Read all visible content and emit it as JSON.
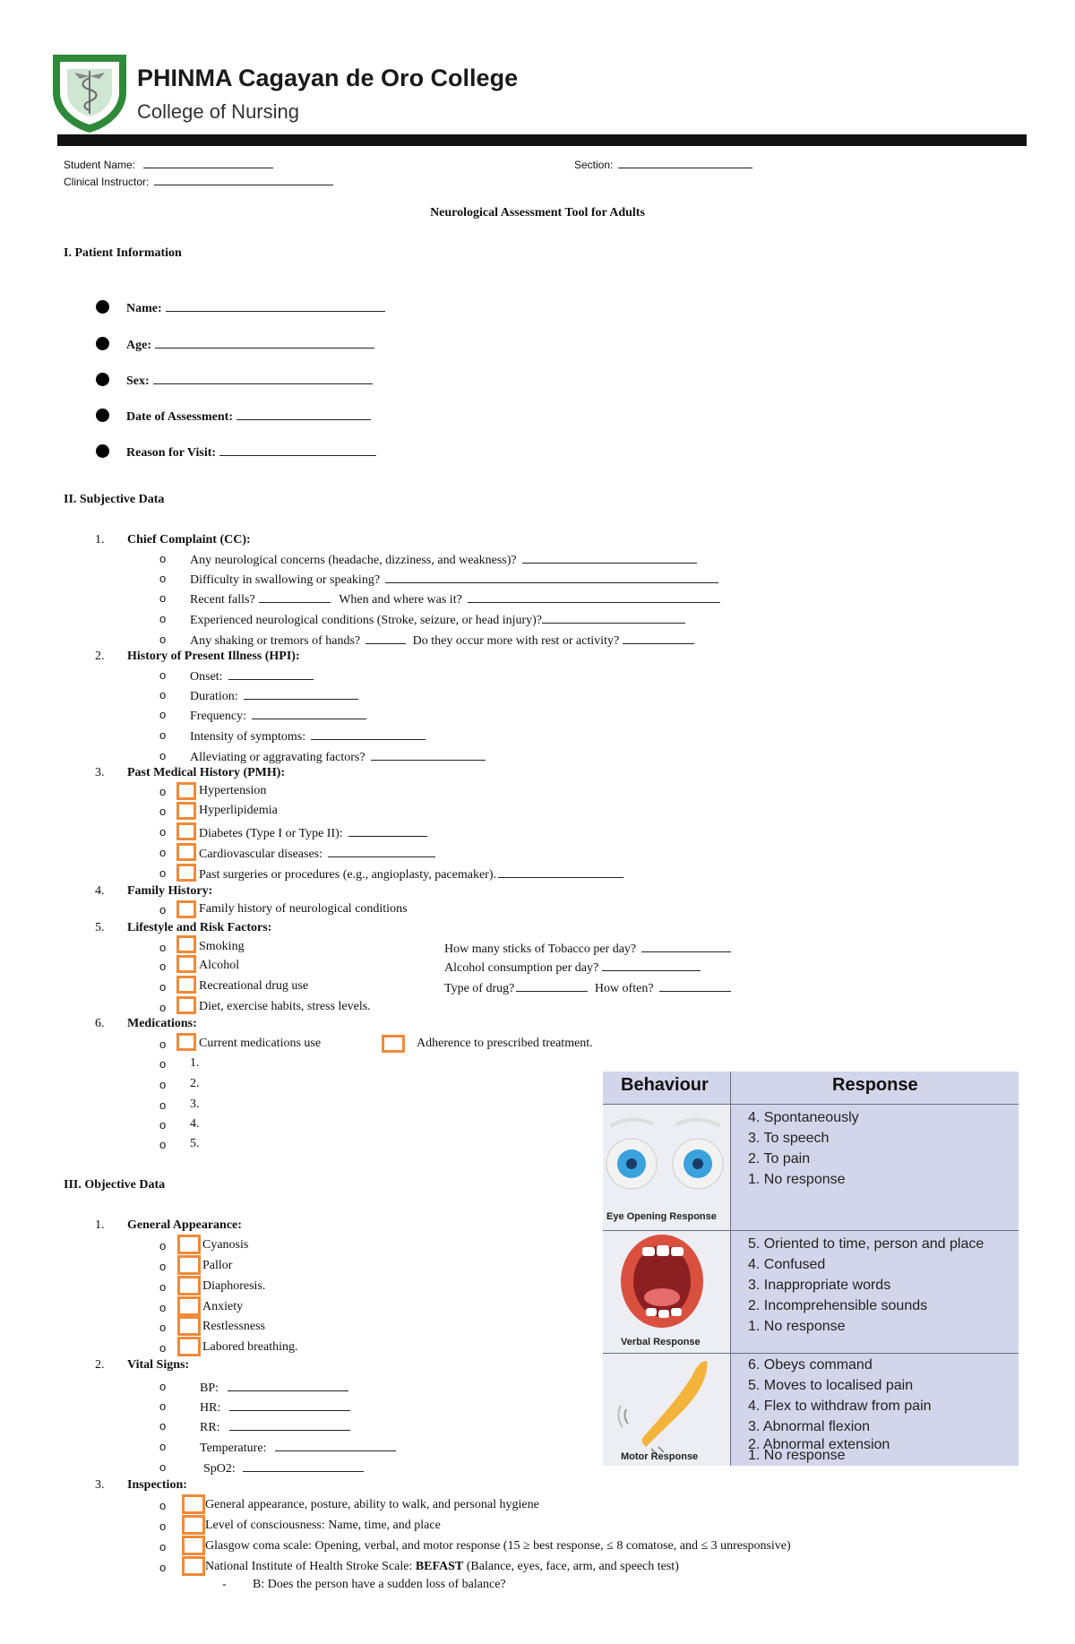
{
  "header": {
    "school": "PHINMA Cagayan de Oro College",
    "college": "College of Nursing"
  },
  "student_fields": {
    "student_name": "Student Name:",
    "section": "Section:",
    "clinical_instructor": "Clinical Instructor:"
  },
  "doc_title": "Neurological Assessment Tool for Adults",
  "patient_info": {
    "heading": "I. Patient Information",
    "fields": [
      "Name:",
      "Age:",
      "Sex:",
      "Date of Assessment:",
      "Reason for Visit:"
    ]
  },
  "subjective": {
    "heading": "II. Subjective Data",
    "cc": {
      "num": "1.",
      "title": "Chief Complaint (CC):",
      "items": [
        "Any neurological concerns (headache, dizziness, and weakness)?",
        "Difficulty in swallowing or speaking?",
        "Recent falls?",
        "When and where was it?",
        "Experienced neurological conditions (Stroke, seizure, or head injury)?",
        "Any shaking or tremors of hands?",
        "Do they occur more with rest or activity?"
      ]
    },
    "hpi": {
      "num": "2.",
      "title": "History of Present Illness (HPI):",
      "items": [
        "Onset:",
        "Duration:",
        "Frequency:",
        "Intensity of symptoms:",
        "Alleviating or aggravating factors?"
      ]
    },
    "pmh": {
      "num": "3.",
      "title": "Past Medical History (PMH):",
      "items": [
        "Hypertension",
        "Hyperlipidemia",
        "Diabetes (Type I or Type II):",
        "Cardiovascular diseases:",
        "Past surgeries or procedures (e.g., angioplasty, pacemaker)."
      ]
    },
    "family": {
      "num": "4.",
      "title": "Family History:",
      "items": [
        "Family history of neurological conditions"
      ]
    },
    "lifestyle": {
      "num": "5.",
      "title": "Lifestyle and Risk Factors:",
      "items": [
        "Smoking",
        "Alcohol",
        "Recreational drug use",
        "Diet, exercise habits, stress levels."
      ],
      "questions": [
        "How many sticks of Tobacco per day?",
        "Alcohol consumption per day?",
        "Type of drug?",
        "How often?"
      ]
    },
    "medications": {
      "num": "6.",
      "title": "Medications:",
      "current": "Current medications use",
      "adherence": "Adherence to prescribed treatment.",
      "list": [
        "1.",
        "2.",
        "3.",
        "4.",
        "5."
      ]
    }
  },
  "objective": {
    "heading": "III. Objective Data",
    "general": {
      "num": "1.",
      "title": "General Appearance:",
      "items": [
        "Cyanosis",
        "Pallor",
        "Diaphoresis.",
        "Anxiety",
        "Restlessness",
        "Labored breathing."
      ]
    },
    "vitals": {
      "num": "2.",
      "title": "Vital Signs:",
      "items": [
        "BP:",
        "HR:",
        "RR:",
        "Temperature:",
        "SpO2:"
      ]
    },
    "inspection": {
      "num": "3.",
      "title": "Inspection:",
      "items": [
        "General appearance, posture, ability to walk, and personal hygiene",
        "Level of consciousness: Name, time, and place",
        "Glasgow coma scale: Opening, verbal, and motor response (15 ≥ best response, ≤ 8 comatose, and ≤ 3 unresponsive)",
        "National Institute of Health Stroke Scale: "
      ],
      "befast_bold": "BEFAST",
      "befast_rest": " (Balance, eyes, face, arm, and speech test)",
      "sub_dash": "-",
      "sub": "B: Does the person have a sudden loss of balance?"
    }
  },
  "gcs_table": {
    "col_behaviour": "Behaviour",
    "col_response": "Response",
    "eye_label": "Eye Opening Response",
    "eye": [
      "4.  Spontaneously",
      "3.  To speech",
      "2.  To pain",
      "1.  No response"
    ],
    "verbal_label": "Verbal Response",
    "verbal": [
      "5.  Oriented to time, person and place",
      "4.  Confused",
      "3.  Inappropriate words",
      "2.  Incomprehensible sounds",
      "1.  No response"
    ],
    "motor_label": "Motor Response",
    "motor": [
      "6.  Obeys command",
      "5.  Moves to localised pain",
      "4.  Flex to withdraw from pain",
      "3.  Abnormal flexion",
      "2.  Abnormal extension",
      "1.  No response"
    ]
  },
  "colors": {
    "checkbox": "#f08a3a",
    "table_bg": "#d3d6ea",
    "logo_green": "#2e8a3a"
  }
}
